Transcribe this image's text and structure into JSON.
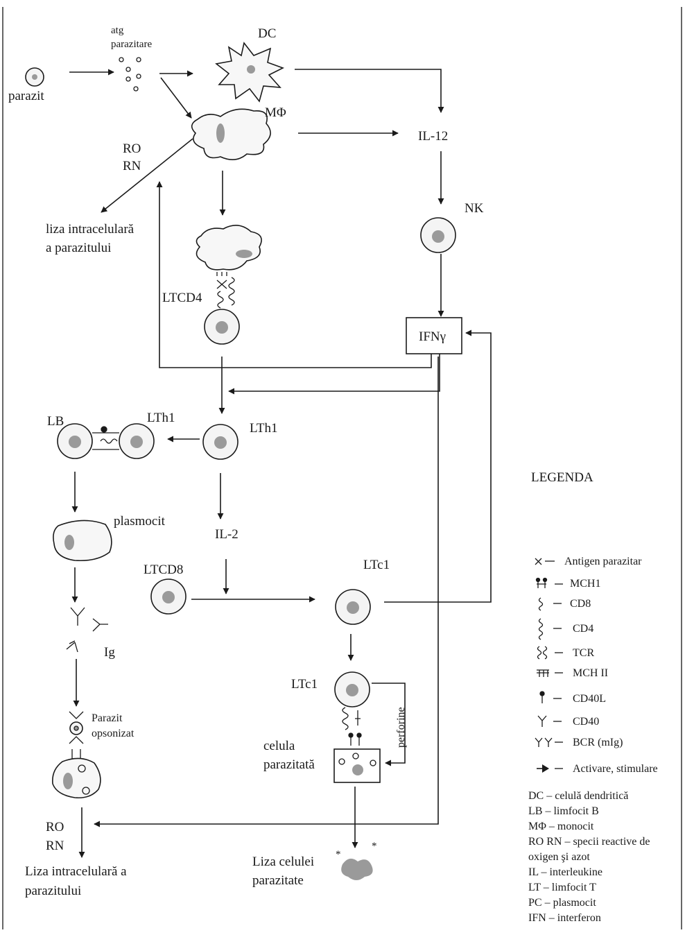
{
  "nodes": {
    "parazit": "parazit",
    "atg": [
      "atg",
      "parazitare"
    ],
    "dc": "DC",
    "mphi": "MΦ",
    "il12": "IL-12",
    "ro_top": "RO",
    "rn_top": "RN",
    "liza_top": [
      "liza intracelulară",
      "a parazitului"
    ],
    "nk": "NK",
    "ltcd4": "LTCD4",
    "ifng": "IFNγ",
    "lb": "LB",
    "lth1_left": "LTh1",
    "lth1": "LTh1",
    "plasmocit": "plasmocit",
    "il2": "IL-2",
    "ltcd8": "LTCD8",
    "ltc1_top": "LTc1",
    "ltc1_bottom": "LTc1",
    "ig": "Ig",
    "parazit_opsonizat": [
      "Parazit",
      "opsonizat"
    ],
    "perforine": "perforine",
    "celula_parazitata": [
      "celula",
      "parazitată"
    ],
    "ro_bottom": "RO",
    "rn_bottom": "RN",
    "liza_bottom": [
      "Liza intracelulară  a",
      "parazitului"
    ],
    "liza_celulei": [
      "Liza celulei",
      "parazitate"
    ]
  },
  "legend": {
    "title": "LEGENDA",
    "symbols": [
      {
        "icon": "x-cross-icon",
        "text": "Antigen parazitar"
      },
      {
        "icon": "mch1-icon",
        "text": "MCH1"
      },
      {
        "icon": "cd8-icon",
        "text": "CD8"
      },
      {
        "icon": "cd4-icon",
        "text": "CD4"
      },
      {
        "icon": "tcr-icon",
        "text": "TCR"
      },
      {
        "icon": "mch2-icon",
        "text": "MCH II"
      },
      {
        "icon": "cd40l-icon",
        "text": "CD40L"
      },
      {
        "icon": "cd40-icon",
        "text": "CD40"
      },
      {
        "icon": "bcr-icon",
        "text": "BCR (mIg)"
      },
      {
        "icon": "arrow-icon",
        "text": "Activare, stimulare"
      }
    ],
    "abbreviations": [
      "DC – celulă dendritică",
      "LB – limfocit B",
      "MΦ – monocit",
      "RO RN – specii reactive de",
      "oxigen şi azot",
      "IL – interleukine",
      "LT – limfocit T",
      "PC – plasmocit",
      "IFN – interferon"
    ]
  }
}
